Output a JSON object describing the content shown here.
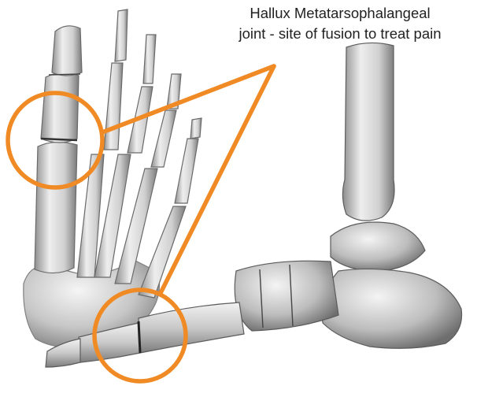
{
  "caption": {
    "line1": "Hallux Metatarsophalangeal",
    "line2": "joint - site of fusion to treat pain"
  },
  "colors": {
    "highlight": "#f08a24",
    "bone_light": "#e8e8e8",
    "bone_shade": "#9a9a9a",
    "bone_dark": "#5e5e5e",
    "background": "#ffffff"
  },
  "figure": {
    "views": [
      "foot-top-view",
      "foot-side-view"
    ],
    "highlight_markers": [
      "top-view-mtp-circle",
      "side-view-mtp-circle"
    ]
  }
}
